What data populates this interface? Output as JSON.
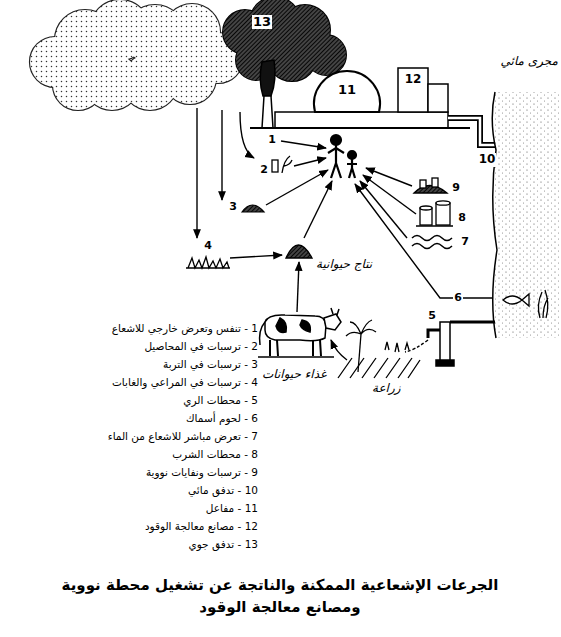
{
  "diagram": {
    "caption": "الجرعات الإشعاعية الممكنة والناتجة عن تشغيل محطة نووية ومصانع معالجة الوقود",
    "labels": [
      "13",
      "11",
      "12",
      "10",
      "مجرى مائي",
      "1",
      "2",
      "3",
      "4",
      "9",
      "8",
      "7",
      "6",
      "5",
      "نتاج حيوانية",
      "غذاء حيوانات",
      "زراعة",
      "1 - تنفس وتعرض خارجي للاشعاع",
      "2 - ترسبات في المحاصيل",
      "3 - ترسبات في التربة",
      "4 - ترسبات في المراعي والغابات",
      "5 - محطات الري",
      "6 - لحوم أسماك",
      "7 - تعرض مباشر للاشعاع من الماء",
      "8 - محطات الشرب",
      "9 - ترسبات ونفايات نووية",
      "10 - تدفق مائي",
      "11 - مفاعل",
      "12 - مصانع معالجة الوقود",
      "13 - تدفق جوي"
    ]
  }
}
